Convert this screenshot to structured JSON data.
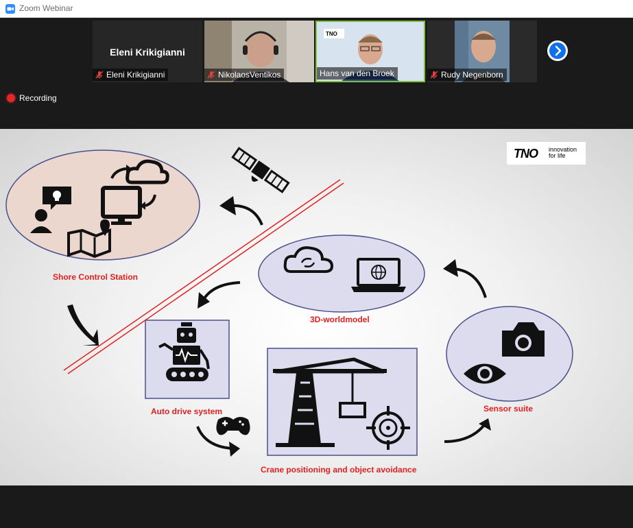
{
  "window": {
    "title": "Zoom Webinar",
    "app_icon": "zoom-video-icon"
  },
  "recording": {
    "label": "Recording"
  },
  "participants": [
    {
      "name": "Eleni Krikigianni",
      "display_name": "Eleni Krikigianni",
      "video": false,
      "muted": true
    },
    {
      "name": "NikolaosVentikos",
      "video": true,
      "muted": true
    },
    {
      "name": "Hans van den Broek",
      "video": true,
      "muted": true,
      "active_speaker": true
    },
    {
      "name": "Rudy Negenborn",
      "video": true,
      "muted": true
    }
  ],
  "gallery_next": {
    "icon": "chevron-right-icon"
  },
  "slide": {
    "logo": {
      "mark": "TNO",
      "tagline_1": "innovation",
      "tagline_2": "for life"
    },
    "labels": {
      "shore": "Shore Control Station",
      "world": "3D-worldmodel",
      "sensor": "Sensor suite",
      "auto": "Auto drive system",
      "crane": "Crane positioning and object avoidance"
    },
    "colors": {
      "label": "#e02020",
      "ellipse_fill": "#dcdcee",
      "shore_fill": "#ecd8d0",
      "outline": "#4a4f8a"
    }
  }
}
